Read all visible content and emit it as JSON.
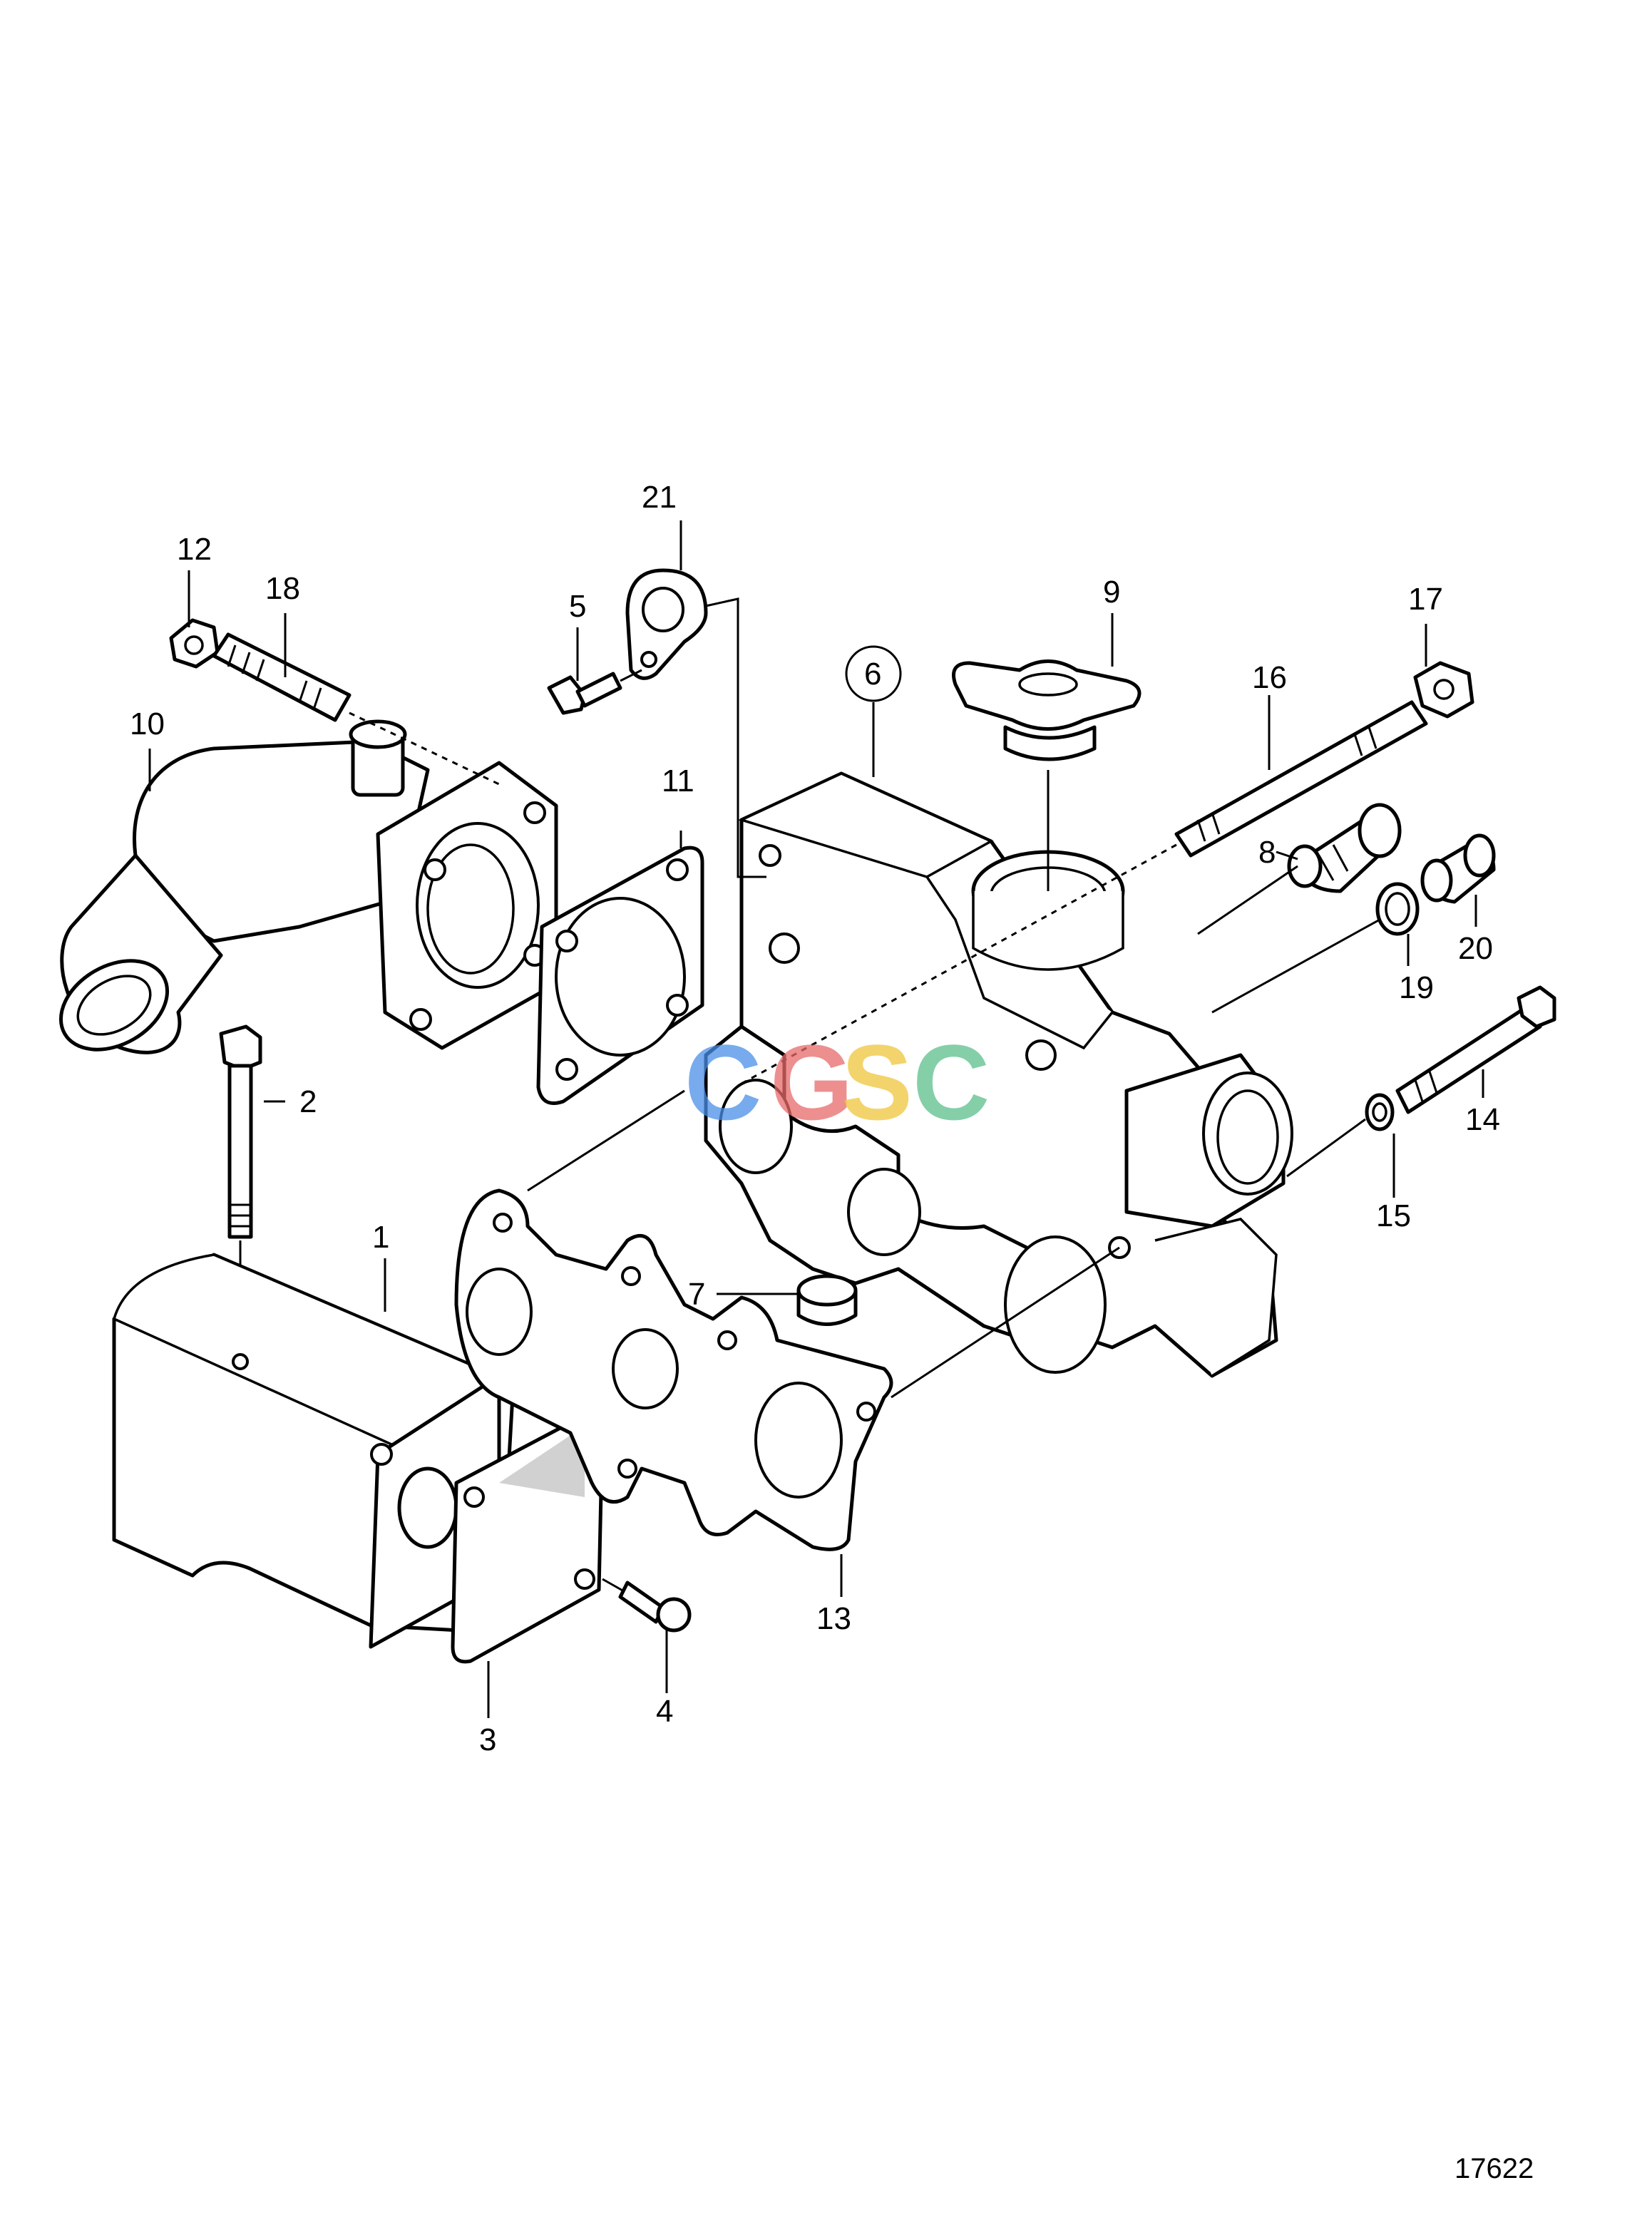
{
  "figure_id": "17622",
  "watermark": {
    "letters": [
      "C",
      "G",
      "S",
      "C"
    ],
    "colors": [
      "#4a8fe8",
      "#e86a6a",
      "#f0c63c",
      "#5bbf8c"
    ]
  },
  "callouts": [
    "1",
    "2",
    "3",
    "4",
    "5",
    "6",
    "7",
    "8",
    "9",
    "10",
    "11",
    "12",
    "13",
    "14",
    "15",
    "16",
    "17",
    "18",
    "19",
    "20",
    "21"
  ]
}
